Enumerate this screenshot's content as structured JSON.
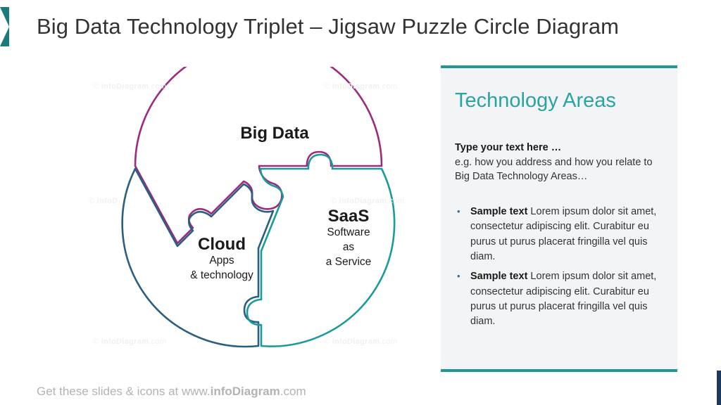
{
  "slide": {
    "title": "Big Data Technology Triplet – Jigsaw Puzzle Circle Diagram",
    "footer_prefix": "Get these slides & icons at www.",
    "footer_brand": "infoDiagram",
    "footer_suffix": ".com"
  },
  "colors": {
    "teal_accent": "#1b9a9a",
    "panel_heading": "#2aa3a3",
    "piece_bigdata": "#9c2b7f",
    "piece_cloud": "#2a5f82",
    "piece_saas": "#1b9a9a",
    "panel_bg": "#f2f4f5",
    "bullet_marker": "#2a6fa8"
  },
  "diagram": {
    "watermarks": [
      "infoDiagram.com",
      "infoDiagram.com",
      "infoDiagram.com",
      "infoDiagram.com",
      "infoDiagram.com",
      "infoDiagram.com"
    ],
    "pieces": [
      {
        "id": "big-data",
        "title": "Big Data",
        "subtitle": ""
      },
      {
        "id": "cloud",
        "title": "Cloud",
        "subtitle": "Apps\n& technology"
      },
      {
        "id": "saas",
        "title": "SaaS",
        "subtitle": "Software\nas\na Service"
      }
    ],
    "cloud_sub_line1": "Apps",
    "cloud_sub_line2": "& technology",
    "saas_sub_line1": "Software",
    "saas_sub_line2": "as",
    "saas_sub_line3": "a Service"
  },
  "panel": {
    "heading": "Technology Areas",
    "intro_lead": "Type your text here …",
    "intro_body": "e.g. how you address and  how you relate to Big Data Technology Areas…",
    "bullets": [
      {
        "bold": "Sample text",
        "text": " Lorem ipsum dolor sit amet, consectetur adipiscing elit. Curabitur eu purus ut purus placerat fringilla vel quis diam."
      },
      {
        "bold": "Sample text",
        "text": " Lorem ipsum dolor sit amet, consectetur adipiscing elit. Curabitur eu purus ut purus placerat fringilla vel quis diam."
      }
    ]
  }
}
